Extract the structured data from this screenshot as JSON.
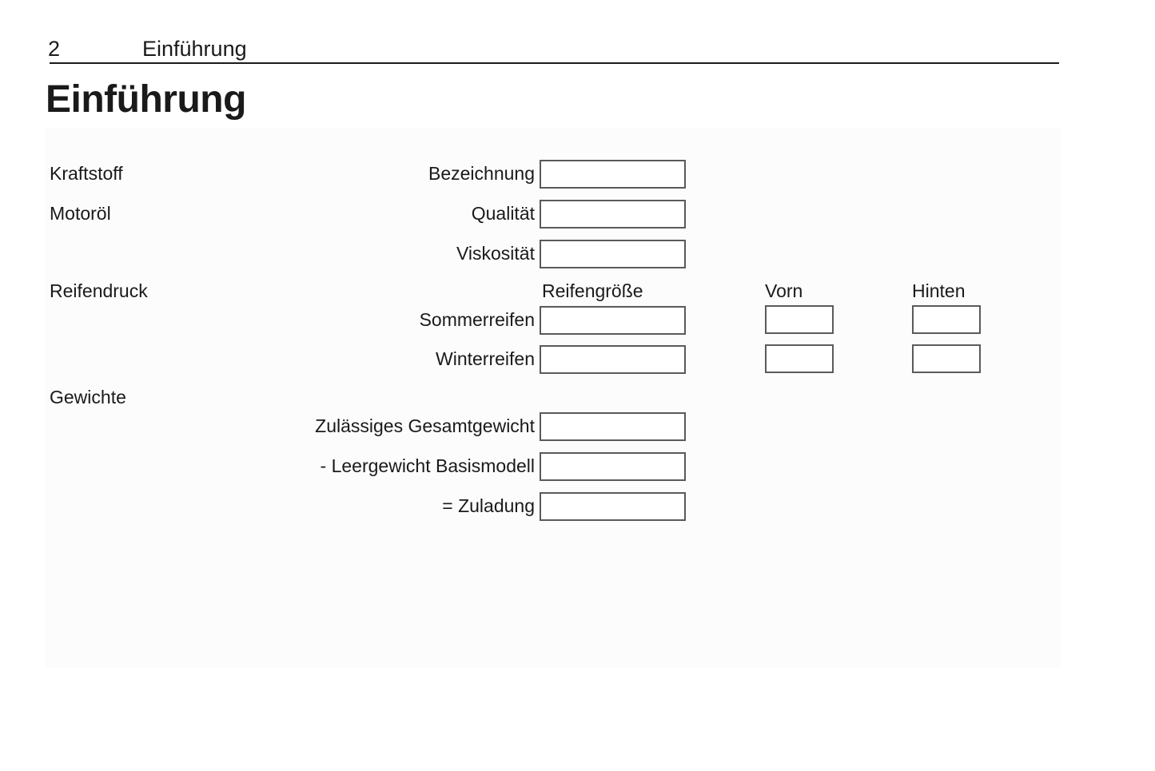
{
  "page": {
    "header": {
      "page_number": "2",
      "chapter_title": "Einführung"
    },
    "title": "Einführung"
  },
  "form": {
    "section_labels": {
      "fuel": "Kraftstoff",
      "engine_oil": "Motoröl",
      "tire_pressure": "Reifendruck",
      "weights": "Gewichte"
    },
    "fuel_fields": [
      {
        "label": "Bezeichnung",
        "value": ""
      }
    ],
    "oil_fields": [
      {
        "label": "Qualität",
        "value": ""
      },
      {
        "label": "Viskosität",
        "value": ""
      }
    ],
    "tire_table": {
      "columns": [
        "Reifengröße",
        "Vorn",
        "Hinten"
      ],
      "rows": [
        {
          "label": "Sommerreifen",
          "reifengroesse": "",
          "vorn": "",
          "hinten": ""
        },
        {
          "label": "Winterreifen",
          "reifengroesse": "",
          "vorn": "",
          "hinten": ""
        }
      ]
    },
    "weight_fields": [
      {
        "label": "Zulässiges Gesamtgewicht",
        "value": ""
      },
      {
        "label": "- Leergewicht Basismodell",
        "value": ""
      },
      {
        "label": "= Zuladung",
        "value": ""
      }
    ]
  },
  "colors": {
    "text": "#1a1a1a",
    "box_border": "#5a5a5a",
    "panel_background": "#fcfcfc",
    "header_rule": "#1a1a1a"
  }
}
